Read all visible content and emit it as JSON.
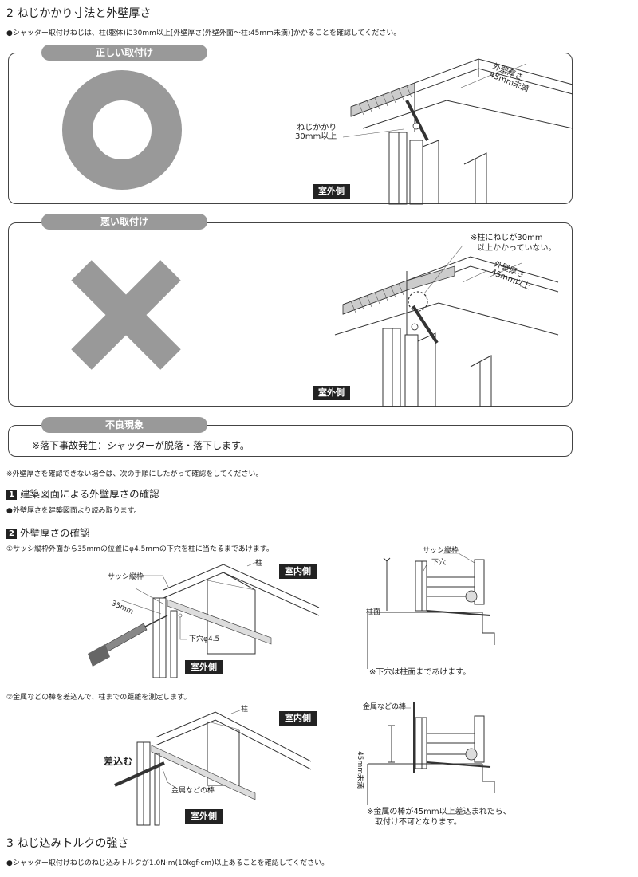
{
  "section2": {
    "heading": "2 ねじかかり寸法と外壁厚さ",
    "desc": "●シャッター取付けねじは、柱(躯体)に30mm以上[外壁厚さ(外壁外面〜柱:45mm未満)]かかることを確認してください。"
  },
  "correct": {
    "pill": "正しい取付け",
    "label_wall_line1": "外壁厚さ",
    "label_wall_line2": "45mm未満",
    "label_screw_line1": "ねじかかり",
    "label_screw_line2": "30mm以上",
    "outside": "室外側"
  },
  "wrong": {
    "pill": "悪い取付け",
    "note_line1": "※柱にねじが30mm",
    "note_line2": "以上かかっていない。",
    "label_wall_line1": "外壁厚さ",
    "label_wall_line2": "45mm以上",
    "outside": "室外側"
  },
  "defect": {
    "pill": "不良現象",
    "text": "※落下事故発生：シャッターが脱落・落下します。"
  },
  "note_unconfirmed": "※外壁厚さを確認できない場合は、次の手順にしたがって確認をしてください。",
  "step1": {
    "num": "1",
    "title": "建築図面による外壁厚さの確認",
    "desc": "●外壁厚さを建築図面より読み取ります。"
  },
  "step2": {
    "num": "2",
    "title": "外壁厚さの確認",
    "sub1": "①サッシ縦枠外面から35mmの位置にφ4.5mmの下穴を柱に当たるまであけます。",
    "sub2": "②金属などの棒を差込んで、柱までの距離を測定します。",
    "fig1": {
      "sash": "サッシ縦枠",
      "pillar": "柱",
      "dim": "35mm",
      "hole": "下穴φ4.5",
      "inside": "室内側",
      "outside": "室外側"
    },
    "fig1r": {
      "sash": "サッシ縦枠",
      "hole": "下穴",
      "face": "柱面",
      "note": "※下穴は柱面まであけます。"
    },
    "fig2": {
      "pillar": "柱",
      "insert": "差込む",
      "rod": "金属などの棒",
      "inside": "室内側",
      "outside": "室外側"
    },
    "fig2r": {
      "rod": "金属などの棒",
      "dim": "45mm未満",
      "note_line1": "※金属の棒が45mm以上差込まれたら、",
      "note_line2": "取付け不可となります。"
    }
  },
  "section3": {
    "heading": "3 ねじ込みトルクの強さ",
    "desc": "●シャッター取付けねじのねじ込みトルクが1.0N·m(10kgf·cm)以上あることを確認してください。"
  },
  "colors": {
    "symbol_gray": "#999999",
    "pill_gray": "#999999",
    "label_dark": "#222222"
  }
}
